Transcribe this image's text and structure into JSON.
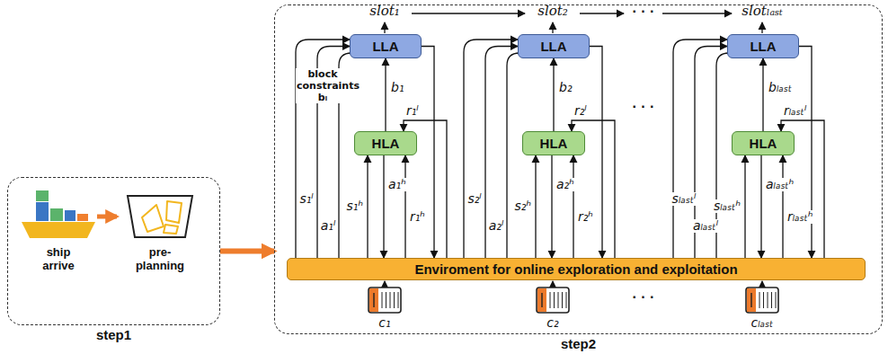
{
  "diagram": {
    "nodes": [
      {
        "text": [
          "step1"
        ]
      },
      {
        "text": [
          "step2"
        ]
      },
      {
        "text": [
          "LLA"
        ],
        "in": 1
      },
      {
        "text": [
          "HLA"
        ],
        "in": 1
      },
      {
        "text": [
          "LLA"
        ],
        "in": 1
      },
      {
        "text": [
          "HLA"
        ],
        "in": 1
      },
      {
        "text": [
          "LLA"
        ],
        "in": 1
      },
      {
        "text": [
          "HLA"
        ],
        "in": 1
      },
      {
        "text": [
          "Enviroment for online exploration and exploitation"
        ],
        "in": 1
      }
    ],
    "edges": [
      {
        "from": 0,
        "to": 1,
        "arrow": "to"
      },
      {
        "from": 3,
        "to": 2,
        "arrow": "to",
        "label": "b₁"
      },
      {
        "from": 8,
        "to": 3,
        "arrow": "to",
        "label": "s₁ʰ"
      },
      {
        "from": 3,
        "to": 8,
        "arrow": "to",
        "label": "a₁ʰ"
      },
      {
        "from": 8,
        "to": 3,
        "arrow": "to",
        "label": "r₁ʰ"
      },
      {
        "from": 2,
        "to": 8,
        "arrow": "to"
      },
      {
        "from": 8,
        "to": 3,
        "arrow": "to",
        "label": "r₁ˡ"
      },
      {
        "from": 8,
        "to": 2,
        "arrow": "to",
        "label": "block constraints bᵢ"
      },
      {
        "from": 8,
        "to": 2,
        "arrow": "to",
        "label": "s₁ˡ"
      },
      {
        "from": 8,
        "to": 2,
        "arrow": "to",
        "label": "a₁ˡ"
      },
      {
        "from": 5,
        "to": 4,
        "arrow": "to",
        "label": "b₂"
      },
      {
        "from": 8,
        "to": 5,
        "arrow": "to",
        "label": "s₂ʰ"
      },
      {
        "from": 5,
        "to": 8,
        "arrow": "to",
        "label": "a₂ʰ"
      },
      {
        "from": 8,
        "to": 5,
        "arrow": "to",
        "label": "r₂ʰ"
      },
      {
        "from": 4,
        "to": 8,
        "arrow": "to"
      },
      {
        "from": 8,
        "to": 5,
        "arrow": "to",
        "label": "r₂ˡ"
      },
      {
        "from": 8,
        "to": 4,
        "arrow": "to"
      },
      {
        "from": 8,
        "to": 4,
        "arrow": "to",
        "label": "s₂ˡ"
      },
      {
        "from": 8,
        "to": 4,
        "arrow": "to",
        "label": "a₂ˡ"
      },
      {
        "from": 7,
        "to": 6,
        "arrow": "to",
        "label": "bₗₐₛₜ"
      },
      {
        "from": 8,
        "to": 7,
        "arrow": "to",
        "label": "sₗₐₛₜʰ"
      },
      {
        "from": 7,
        "to": 8,
        "arrow": "to",
        "label": "aₗₐₛₜʰ"
      },
      {
        "from": 8,
        "to": 7,
        "arrow": "to",
        "label": "rₗₐₛₜʰ"
      },
      {
        "from": 6,
        "to": 8,
        "arrow": "to"
      },
      {
        "from": 8,
        "to": 7,
        "arrow": "to",
        "label": "rₗₐₛₜˡ"
      },
      {
        "from": 8,
        "to": 6,
        "arrow": "to"
      },
      {
        "from": 8,
        "to": 6,
        "arrow": "to",
        "label": "sₗₐₛₜˡ"
      },
      {
        "from": 8,
        "to": 6,
        "arrow": "to",
        "label": "aₗₐₛₜˡ"
      }
    ],
    "labels": [
      "slot₁",
      "slot₂",
      "slotₗₐₛₜ",
      "· · ·",
      "· · ·",
      "· · ·",
      "ship arrive",
      "pre-planning",
      "c₁",
      "c₂",
      "cₗₐₛₜ"
    ]
  }
}
